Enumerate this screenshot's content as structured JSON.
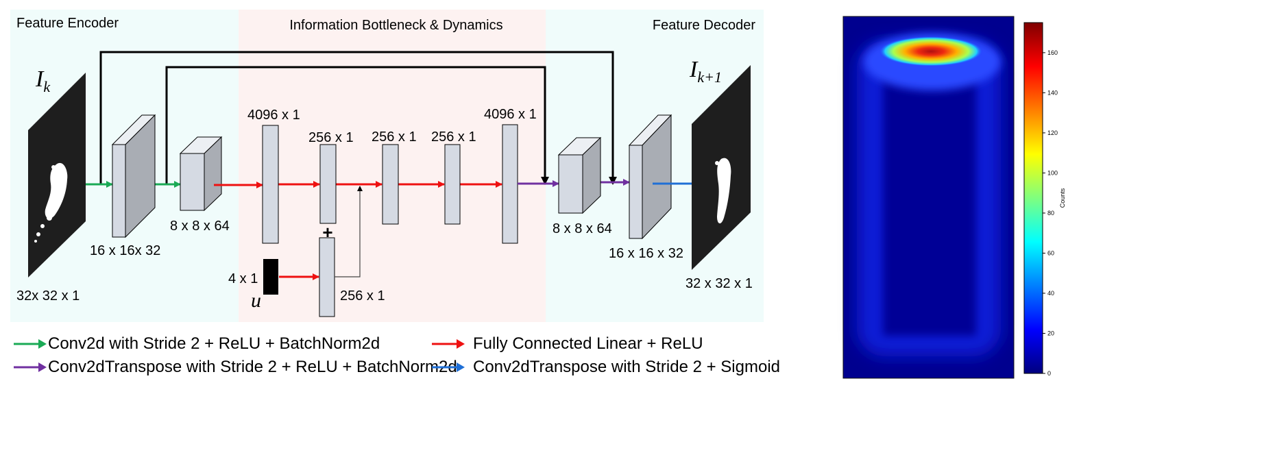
{
  "sections": {
    "encoder_title": "Feature Encoder",
    "bottleneck_title": "Information Bottleneck & Dynamics",
    "decoder_title": "Feature Decoder"
  },
  "symbols": {
    "input_base": "I",
    "input_sub": "k",
    "output_base": "I",
    "output_sub": "k+1",
    "control": "u",
    "plus": "+"
  },
  "labels": {
    "input_size": "32x 32 x 1",
    "enc1_size": "16 x 16x 32",
    "enc2_size": "8 x 8 x 64",
    "fc1_size": "4096 x 1",
    "fc2_size": "256 x 1",
    "fc3_size": "256 x 1",
    "fc4_size": "256 x 1",
    "fc5_size": "4096 x 1",
    "control_size": "4 x 1",
    "control_fc_size": "256 x 1",
    "dec1_size": "8 x 8 x 64",
    "dec2_size": "16 x 16 x 32",
    "output_size": "32 x 32 x 1"
  },
  "legend": {
    "green": "Conv2d with Stride 2 + ReLU + BatchNorm2d",
    "red": "Fully Connected Linear + ReLU",
    "purple": "Conv2dTranspose with Stride 2 + ReLU + BatchNorm2d",
    "blue": "Conv2dTranspose with Stride 2 + Sigmoid"
  },
  "colors": {
    "green": "#1aaa55",
    "red": "#ee1111",
    "purple": "#7030a0",
    "blue": "#1f6fd6",
    "encoder_bg": "#f0fcfb",
    "bottleneck_bg": "#fdf2f1",
    "decoder_bg": "#f0fcfb",
    "layer_front": "#d5dae3",
    "layer_side": "#a9adb4",
    "layer_top": "#eceff3"
  },
  "colorbar": {
    "label": "Counts",
    "ticks": [
      "0",
      "20",
      "40",
      "60",
      "80",
      "100",
      "120",
      "140",
      "160"
    ],
    "tick_values": [
      0,
      20,
      40,
      60,
      80,
      100,
      120,
      140,
      160
    ],
    "max": 175,
    "colormap": "jet"
  }
}
